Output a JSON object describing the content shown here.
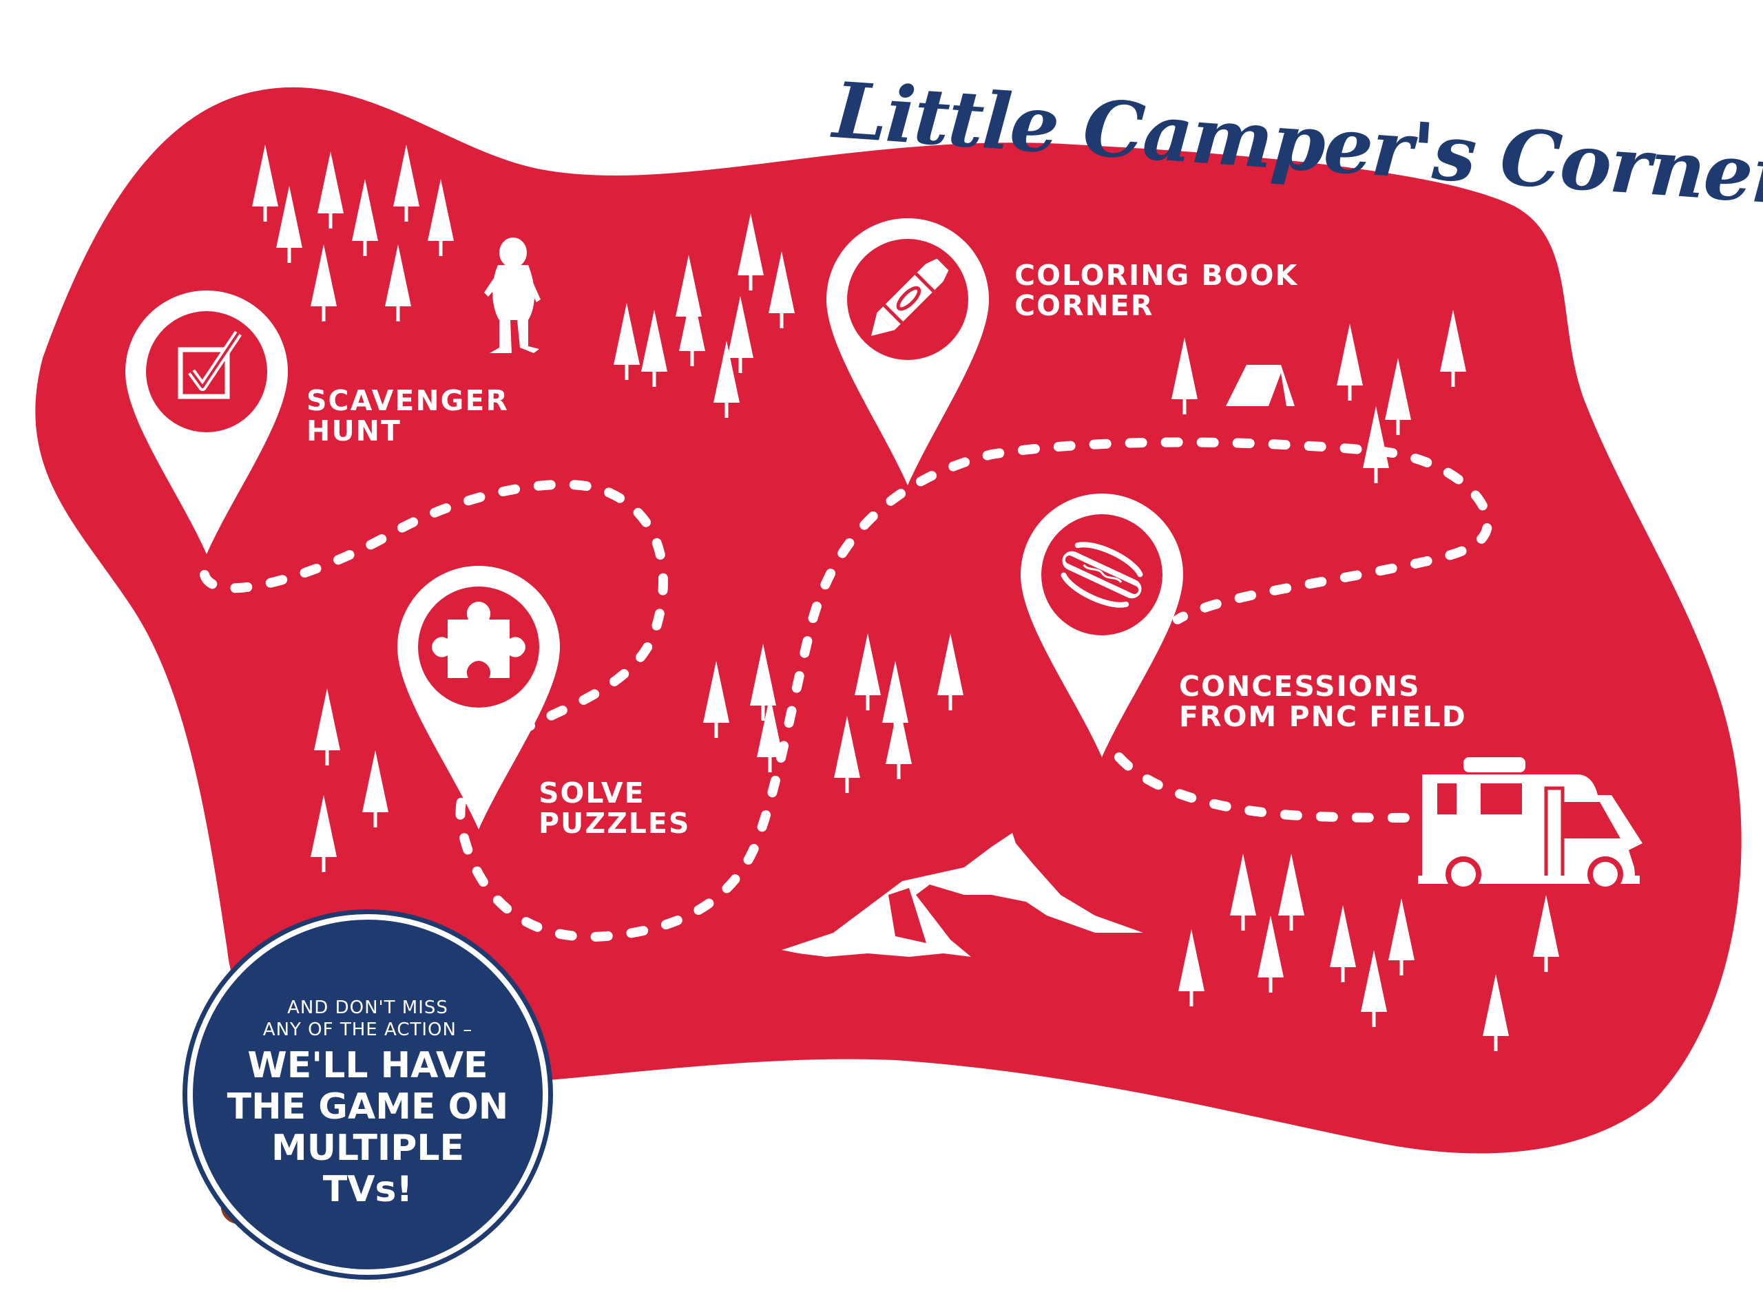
{
  "title": "Little Camper's Corner",
  "colors": {
    "map_red": "#dc1f3a",
    "navy": "#1f3a6e",
    "white": "#ffffff",
    "football_brown": "#8b3a1e"
  },
  "stops": [
    {
      "id": "scavenger-hunt",
      "icon": "checkbox-icon",
      "lines": [
        "SCAVENGER",
        "HUNT"
      ]
    },
    {
      "id": "solve-puzzles",
      "icon": "puzzle-piece-icon",
      "lines": [
        "SOLVE",
        "PUZZLES"
      ]
    },
    {
      "id": "coloring-book-corner",
      "icon": "crayon-icon",
      "lines": [
        "COLORING BOOK",
        "CORNER"
      ]
    },
    {
      "id": "concessions",
      "icon": "hot-dog-icon",
      "lines": [
        "CONCESSIONS",
        "FROM PNC FIELD"
      ]
    }
  ],
  "decorations": [
    "tree-icon",
    "bigfoot-icon",
    "tent-icon",
    "mountain-icon",
    "rv-camper-icon",
    "football-icon"
  ],
  "game_callout": {
    "small_lines": [
      "AND DON'T MISS",
      "ANY OF THE ACTION –"
    ],
    "big_lines": [
      "WE'LL HAVE",
      "THE GAME ON",
      "MULTIPLE",
      "TVs!"
    ]
  }
}
